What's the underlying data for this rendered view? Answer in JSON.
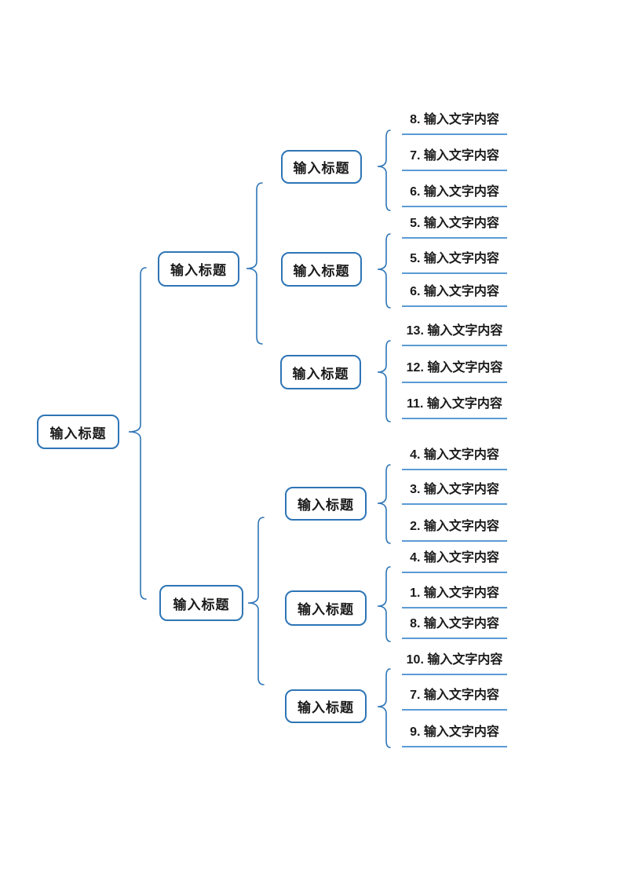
{
  "colors": {
    "node_border": "#2E75B6",
    "brace_stroke": "#2E75B6",
    "underline": "#5B9BD5",
    "text": "#1A1A1A",
    "background": "#FFFFFF"
  },
  "root": {
    "label": "输入标题"
  },
  "branches": [
    {
      "label": "输入标题",
      "children": [
        {
          "label": "输入标题",
          "items": [
            "8. 输入文字内容",
            "7. 输入文字内容",
            "6. 输入文字内容"
          ]
        },
        {
          "label": "输入标题",
          "items": [
            "5. 输入文字内容",
            "5. 输入文字内容",
            "6. 输入文字内容"
          ]
        },
        {
          "label": "输入标题",
          "items": [
            "13. 输入文字内容",
            "12. 输入文字内容",
            "11. 输入文字内容"
          ]
        }
      ]
    },
    {
      "label": "输入标题",
      "children": [
        {
          "label": "输入标题",
          "items": [
            "4. 输入文字内容",
            "3. 输入文字内容",
            "2. 输入文字内容"
          ]
        },
        {
          "label": "输入标题",
          "items": [
            "4. 输入文字内容",
            "1. 输入文字内容",
            "8. 输入文字内容"
          ]
        },
        {
          "label": "输入标题",
          "items": [
            "10. 输入文字内容",
            "7. 输入文字内容",
            "9. 输入文字内容"
          ]
        }
      ]
    }
  ]
}
